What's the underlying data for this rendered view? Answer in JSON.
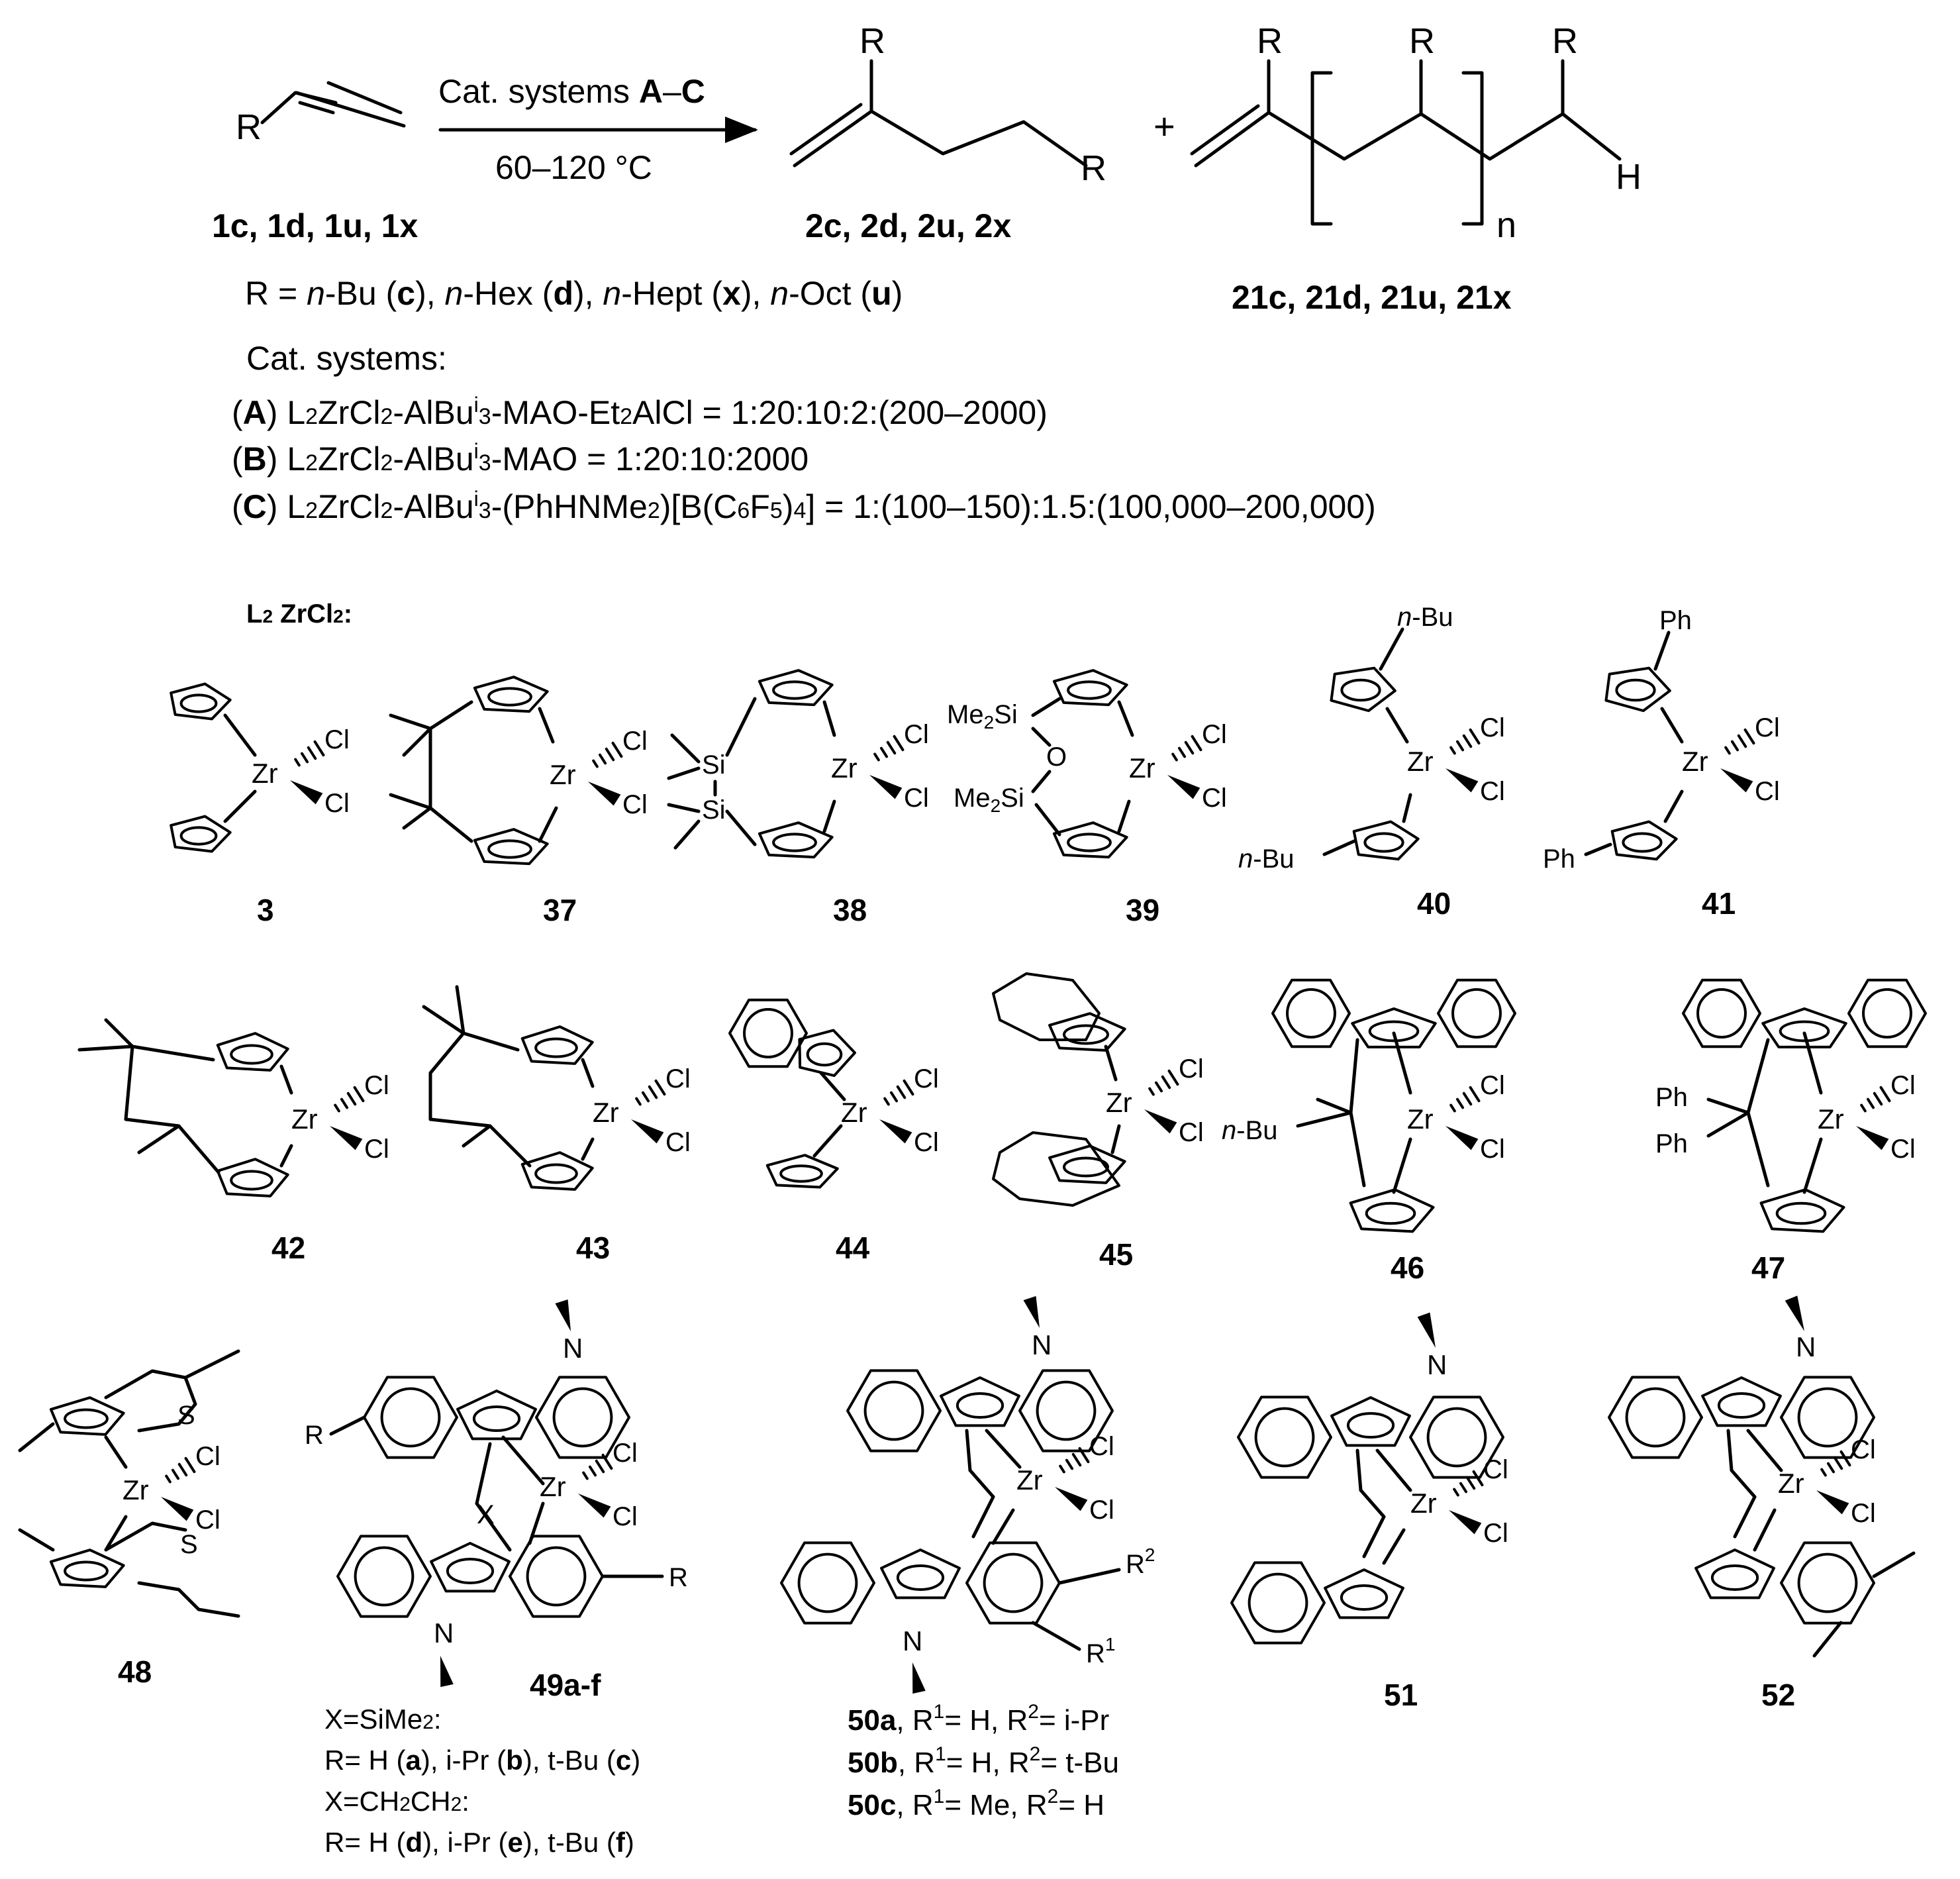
{
  "reaction": {
    "reactant_R": "R",
    "reactant_label": "1c, 1d, 1u, 1x",
    "arrow_above": "Cat. systems ",
    "arrow_above_bold": "A",
    "arrow_above_dash": "–",
    "arrow_above_bold2": "C",
    "arrow_below": "60–120 °C",
    "product1_R": "R",
    "product1_label": "2c, 2d, 2u, 2x",
    "plus": "+",
    "product2_R": "R",
    "product2_H": "H",
    "product2_n": "n",
    "product2_label": "21c, 21d, 21u, 21x",
    "r_definition": {
      "p1": "R = ",
      "nbu_i": "n",
      "nbu": "-Bu (",
      "c": "c",
      "p2": "), ",
      "nhex_i": "n",
      "nhex": "-Hex (",
      "d": "d",
      "p3": "), ",
      "nhept_i": "n",
      "nhept": "-Hept (",
      "x": "x",
      "p4": "), ",
      "noct_i": "n",
      "noct": "-Oct (",
      "u": "u",
      "p5": ")"
    }
  },
  "cat_systems": {
    "heading": "Cat. systems:",
    "A": {
      "open": "(",
      "key": "A",
      "close": ")",
      "a1": " L",
      "s1": "2",
      "a2": "ZrCl",
      "s2": "2",
      "a3": "-AlBu",
      "sup": "i",
      "s3": "3",
      "a4": "-MAO-Et",
      "s4": "2",
      "a5": "AlCl = 1:20:10:2:(200–2000)"
    },
    "B": {
      "open": "(",
      "key": "B",
      "close": ")",
      "a1": " L",
      "s1": "2",
      "a2": "ZrCl",
      "s2": "2",
      "a3": "-AlBu",
      "sup": "i",
      "s3": "3",
      "a4": "-MAO = 1:20:10:2000"
    },
    "C": {
      "open": "(",
      "key": "C",
      "close": ")",
      "a1": " L",
      "s1": "2",
      "a2": "ZrCl",
      "s2": "2",
      "a3": "-AlBu",
      "sup": "i",
      "s3": "3",
      "a4": "-(PhHNMe",
      "s4": "2",
      "a5": ")[B(C",
      "s5": "6",
      "a6": "F",
      "s6": "5",
      "a7": ")",
      "s7": "4",
      "a8": "] = 1:(100–150):1.5:(100,000–200,000)"
    }
  },
  "ligand_header": {
    "a": "L",
    "s": "2",
    "b": " ZrCl",
    "s2": "2",
    "c": ":"
  },
  "atoms": {
    "Zr": "Zr",
    "Cl": "Cl",
    "Si": "Si",
    "O": "O",
    "Me2Si": "Me",
    "Me2Si_sub": "2",
    "Me2Si_end": "Si",
    "nBu_i": "n",
    "nBu": "-Bu",
    "Ph": "Ph",
    "S": "S",
    "N": "N",
    "X": "X",
    "R": "R",
    "R1": "R",
    "R1_sup": "1",
    "R2": "R",
    "R2_sup": "2"
  },
  "compounds": [
    "3",
    "37",
    "38",
    "39",
    "40",
    "41",
    "42",
    "43",
    "44",
    "45",
    "46",
    "47",
    "48",
    "49a-f",
    "50a",
    "50b",
    "50c",
    "51",
    "52"
  ],
  "notes_49": {
    "x1": "X=SiMe",
    "x1s": "2",
    "x1e": ":",
    "r1": "R= H (",
    "r1a": "a",
    "r1b": "), i-Pr (",
    "r1c": "b",
    "r1d": "), t-Bu (",
    "r1e": "c",
    "r1f": ")",
    "x2": "X=CH",
    "x2s": "2",
    "x2b": "CH",
    "x2s2": "2",
    "x2e": ":",
    "r2": "R= H (",
    "r2a": "d",
    "r2b": "), i-Pr (",
    "r2c": "e",
    "r2d": "), t-Bu (",
    "r2e": "f",
    "r2f": ")"
  },
  "notes_50": {
    "a": {
      "id": "50a",
      "t1": ", R",
      "s1": "1",
      "t2": "= H, R",
      "s2": "2",
      "t3": "= i-Pr"
    },
    "b": {
      "id": "50b",
      "t1": ", R",
      "s1": "1",
      "t2": "= H, R",
      "s2": "2",
      "t3": "= t-Bu"
    },
    "c": {
      "id": "50c",
      "t1": ", R",
      "s1": "1",
      "t2": "= Me, R",
      "s2": "2",
      "t3": "= H"
    }
  }
}
